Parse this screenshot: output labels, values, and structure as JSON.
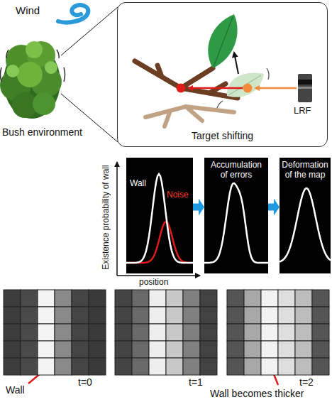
{
  "diagram": {
    "nodes": [
      {
        "text": [
          "Target shifting"
        ]
      },
      {
        "text": [
          "Wall",
          "Noise"
        ]
      },
      {
        "text": [
          "Accumulation of errors"
        ]
      },
      {
        "text": [
          "Deformation of the map"
        ]
      }
    ],
    "edges": [
      {
        "from": 1,
        "to": 2,
        "arrow": "to"
      },
      {
        "from": 2,
        "to": 3,
        "arrow": "to"
      }
    ],
    "labels": [
      "Wind",
      "Bush environment",
      "LRF",
      "Existence probability of wall",
      "position",
      "Wall",
      "t=0",
      "t=1",
      "t=2",
      "Wall becomes thicker"
    ]
  }
}
